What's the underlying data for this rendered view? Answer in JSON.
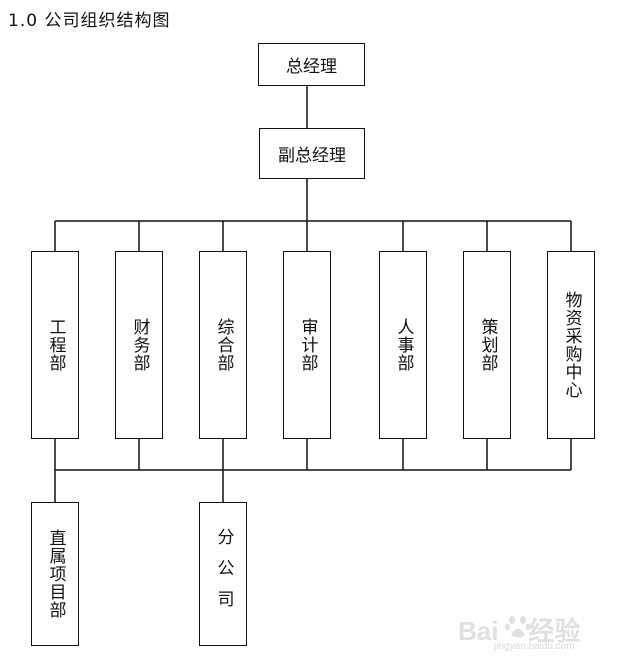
{
  "heading": "1.0  公司组织结构图",
  "top": {
    "ceo": "总经理",
    "deputy": "副总经理"
  },
  "departments": [
    {
      "label": "工程部"
    },
    {
      "label": "财务部"
    },
    {
      "label": "综合部"
    },
    {
      "label": "审计部"
    },
    {
      "label": "人事部"
    },
    {
      "label": "策划部"
    },
    {
      "label": "物资采购中心"
    }
  ],
  "sub_units": [
    {
      "label": "直属项目部"
    },
    {
      "label": "分公司"
    }
  ],
  "watermark": {
    "brand": "Bai",
    "brand_suffix": "经验",
    "site": "jingyan.baidu.com"
  }
}
